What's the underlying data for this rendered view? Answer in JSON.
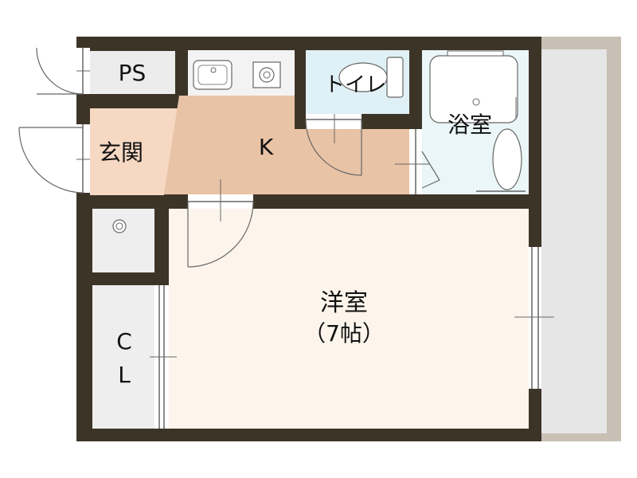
{
  "rooms": {
    "ps": "PS",
    "genkan": "玄関",
    "kitchen": "K",
    "toilet": "トイレ",
    "bath": "浴室",
    "closet_c": "C",
    "closet_l": "L",
    "western": "洋室",
    "western_size": "（7帖）"
  },
  "colors": {
    "wall": "#3d3428",
    "kitchen_floor": "#e9c3a6",
    "genkan_floor": "#f6d8c3",
    "western_floor": "#fdf5ec",
    "toilet_floor": "#dff1f6",
    "bath_floor": "#ebf6f8",
    "storage_floor": "#eeeeee",
    "balcony_floor": "#e6e6e6",
    "balcony_rail": "#c8c0b5",
    "ps_floor": "#ececec"
  }
}
